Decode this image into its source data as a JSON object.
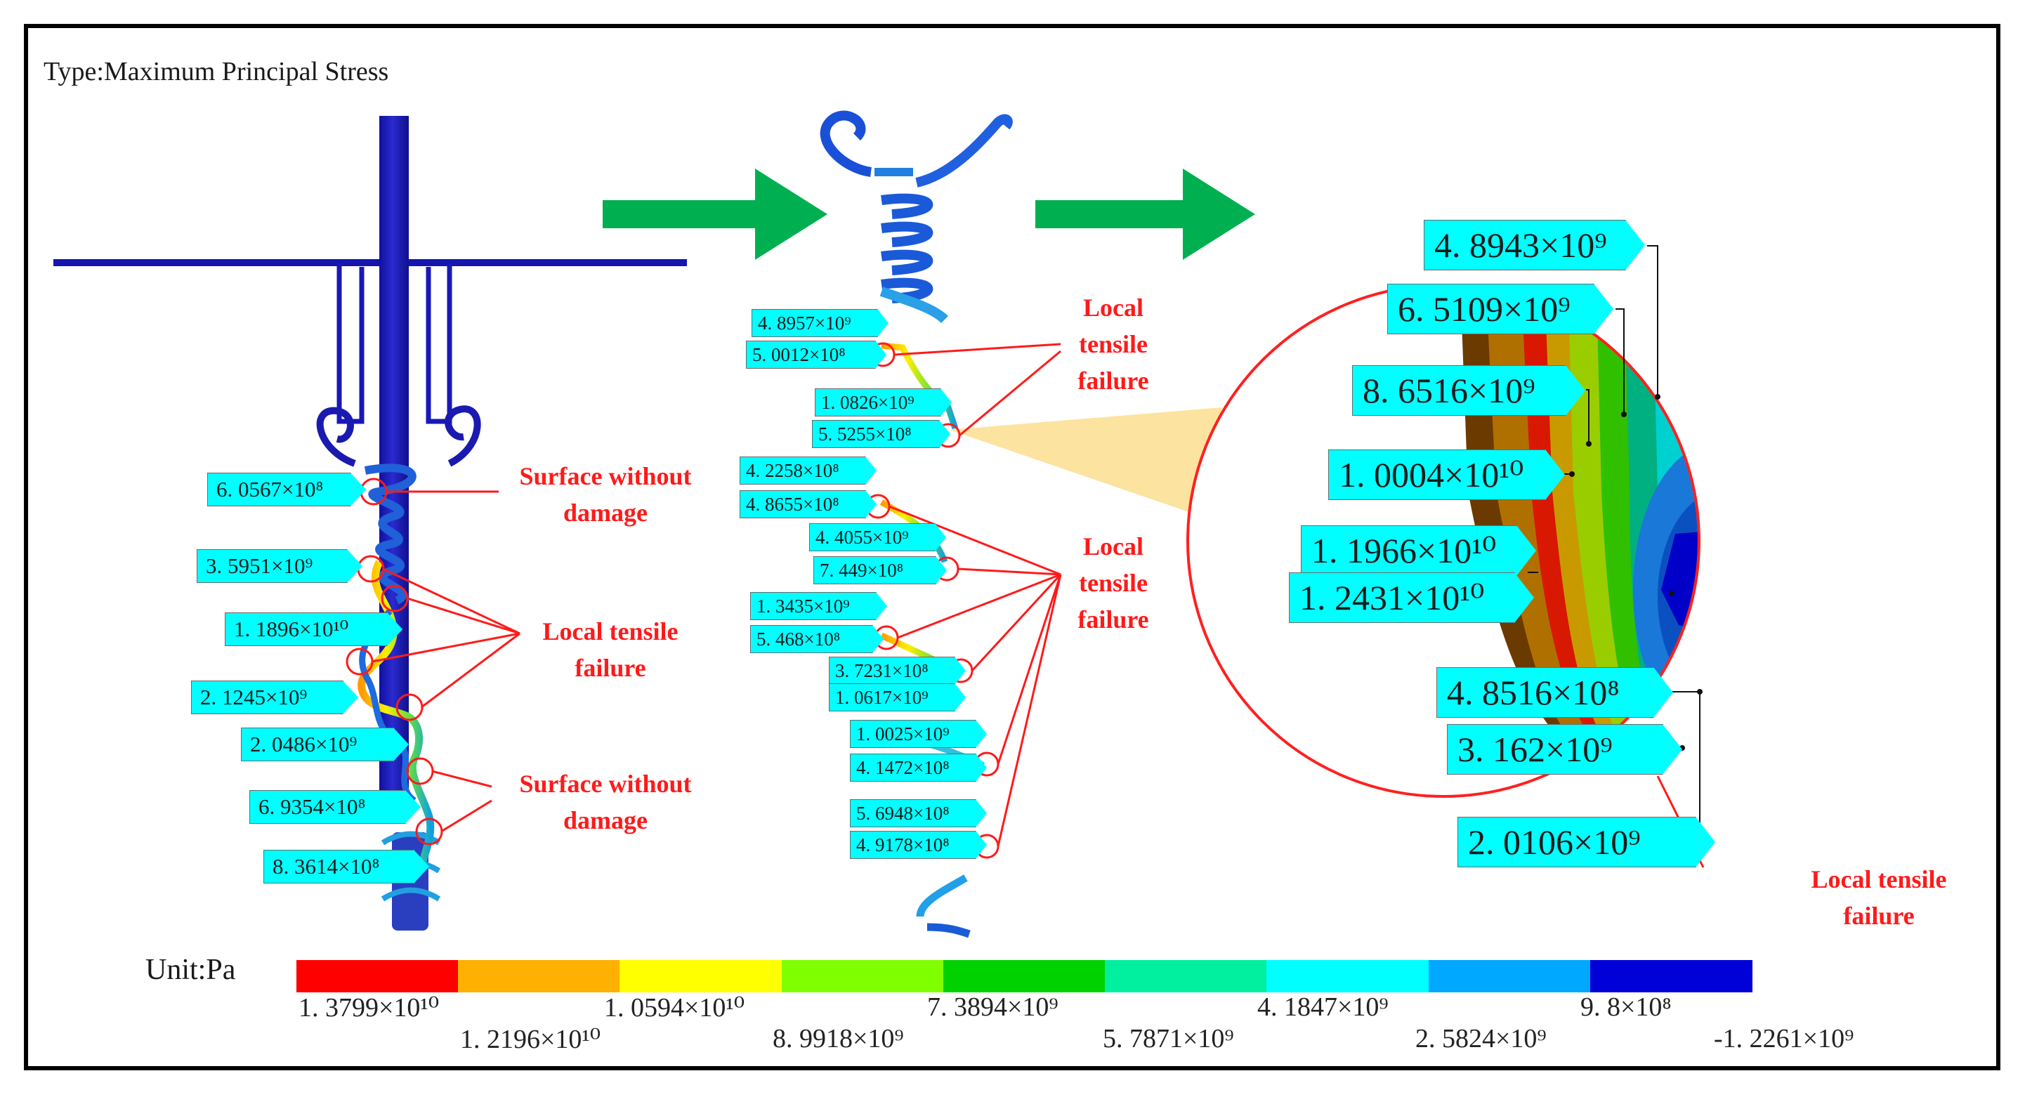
{
  "figure": {
    "type_label": "Type:Maximum Principal Stress",
    "unit_label": "Unit:Pa"
  },
  "left_panel": {
    "callouts": [
      "6. 0567×10⁸",
      "3. 5951×10⁹",
      "1. 1896×10¹⁰",
      "2. 1245×10⁹",
      "2. 0486×10⁹",
      "6. 9354×10⁸",
      "8. 3614×10⁸"
    ],
    "notes": {
      "surface_top": [
        "Surface without",
        "damage"
      ],
      "local_tensile": [
        "Local tensile",
        "failure"
      ],
      "surface_bottom": [
        "Surface without",
        "damage"
      ]
    }
  },
  "middle_panel": {
    "callouts": [
      "4. 8957×10⁹",
      "5. 0012×10⁸",
      "1. 0826×10⁹",
      "5. 5255×10⁸",
      "4. 2258×10⁸",
      "4. 8655×10⁸",
      "4. 4055×10⁹",
      "7. 449×10⁸",
      "1. 3435×10⁹",
      "5. 468×10⁸",
      "3. 7231×10⁸",
      "1. 0617×10⁹",
      "1. 0025×10⁹",
      "4. 1472×10⁸",
      "5. 6948×10⁸",
      "4. 9178×10⁸"
    ],
    "notes": {
      "top": [
        "Local",
        "tensile",
        "failure"
      ],
      "bottom": [
        "Local",
        "tensile",
        "failure"
      ]
    }
  },
  "right_panel": {
    "callouts": [
      "4. 8943×10⁹",
      "6. 5109×10⁹",
      "8. 6516×10⁹",
      "1. 0004×10¹⁰",
      "1. 1966×10¹⁰",
      "1. 2431×10¹⁰",
      "4. 8516×10⁸",
      "3. 162×10⁹",
      "2. 0106×10⁹"
    ],
    "note": [
      "Local tensile",
      "failure"
    ]
  },
  "colors": {
    "frame": "#000000",
    "callout_fill": "#00ffff",
    "annotation_red": "#ff1a1a",
    "arrow_green": "#00b050",
    "rod_blue": "#1a1aa8",
    "zoom_cone": "#fde3a0"
  },
  "legend": {
    "colors": [
      "#ff0000",
      "#ffb000",
      "#ffff00",
      "#80ff00",
      "#00d200",
      "#00f0a0",
      "#00ffff",
      "#00a8ff",
      "#0000d8"
    ],
    "upper_ticks": [
      "1. 3799×10¹⁰",
      "1. 0594×10¹⁰",
      "7. 3894×10⁹",
      "4. 1847×10⁹",
      "9. 8×10⁸"
    ],
    "lower_ticks": [
      "1. 2196×10¹⁰",
      "8. 9918×10⁹",
      "5. 7871×10⁹",
      "2. 5824×10⁹",
      "-1. 2261×10⁹"
    ]
  }
}
